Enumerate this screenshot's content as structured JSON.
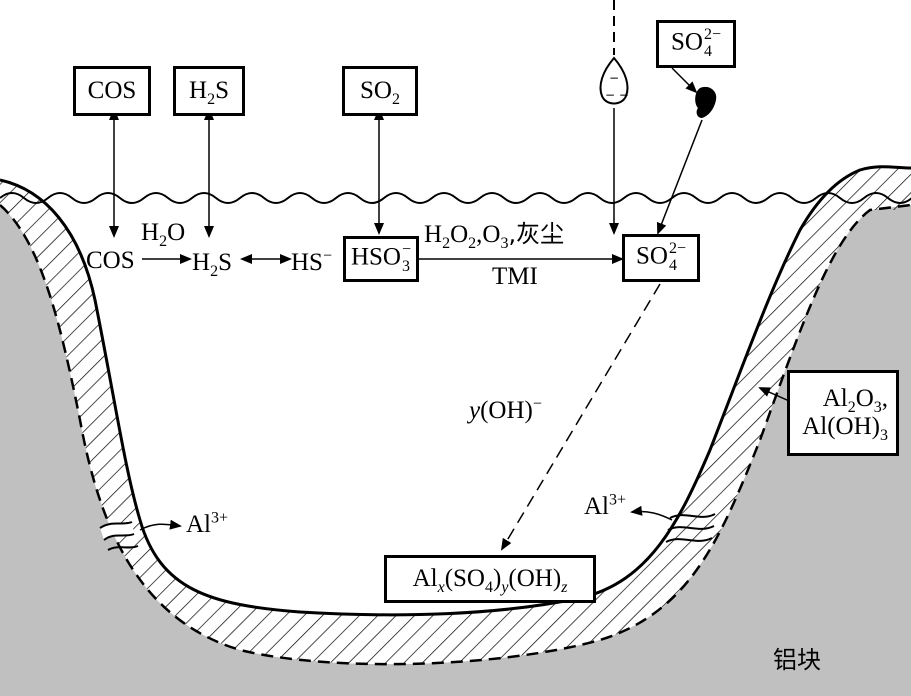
{
  "labels": {
    "cos_box": "COS",
    "h2s_box": {
      "base": "H",
      "sub": "2",
      "tail": "S"
    },
    "so2_box": {
      "base": "SO",
      "sub": "2"
    },
    "sulfate_box_top": {
      "base": "SO",
      "sub": "4",
      "sup": "2−"
    },
    "water": {
      "base": "H",
      "sub": "2",
      "tail": "O"
    },
    "cos_aq": "COS",
    "h2s_aq": {
      "base": "H",
      "sub": "2",
      "tail": "S"
    },
    "hs": {
      "base": "HS",
      "sup": "−"
    },
    "hso3_box": {
      "base": "HSO",
      "sub": "3",
      "sup": "−"
    },
    "oxidants": {
      "h": "H",
      "s1": "2",
      "o": "O",
      "s2": "2",
      "rest1": ",O",
      "s3": "3",
      "rest2": ",灰尘"
    },
    "tmi": "TMI",
    "sulfate_box_aq": {
      "base": "SO",
      "sub": "4",
      "sup": "2−"
    },
    "hydroxide": {
      "y": "y",
      "base": "(OH)",
      "sup": "−"
    },
    "oxide_box_line1": {
      "base": "Al",
      "s1": "2",
      "mid": "O",
      "s2": "3",
      "tail": ","
    },
    "oxide_box_line2": {
      "base": "Al(OH)",
      "sub": "3"
    },
    "al_ion_left": {
      "base": "Al",
      "sup": "3+"
    },
    "al_ion_right": {
      "base": "Al",
      "sup": "3+"
    },
    "product_box": {
      "a": "Al",
      "x": "x",
      "b": "(SO",
      "four": "4",
      "c": ")",
      "y": "y",
      "d": "(OH)",
      "z": "z"
    },
    "substrate": "铝块"
  },
  "colors": {
    "substrate": "#c0c0c0",
    "ink": "#000000",
    "background": "#ffffff"
  }
}
